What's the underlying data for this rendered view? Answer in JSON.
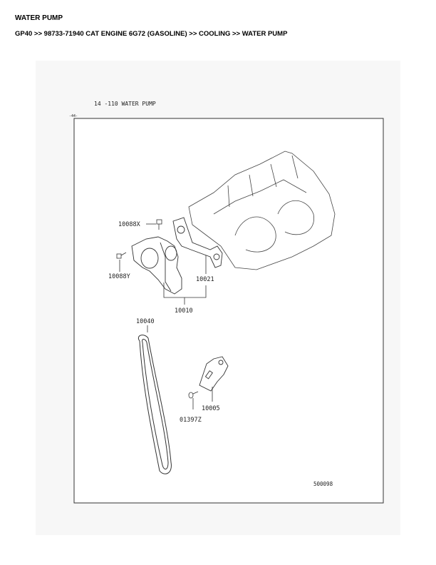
{
  "page_title": "WATER PUMP",
  "breadcrumb": "GP40 >> 98733-71940 CAT ENGINE 6G72 (GASOLINE) >> COOLING >> WATER PUMP",
  "diagram": {
    "heading": "14 -110  WATER PUMP",
    "page_mark": "-44-",
    "figure_id": "500098",
    "callouts": {
      "bolt_x": "10088X",
      "bolt_y": "10088Y",
      "gasket": "10021",
      "pump_assy": "10010",
      "belt": "10040",
      "tensioner": "10005",
      "bolt_z": "01397Z"
    }
  }
}
